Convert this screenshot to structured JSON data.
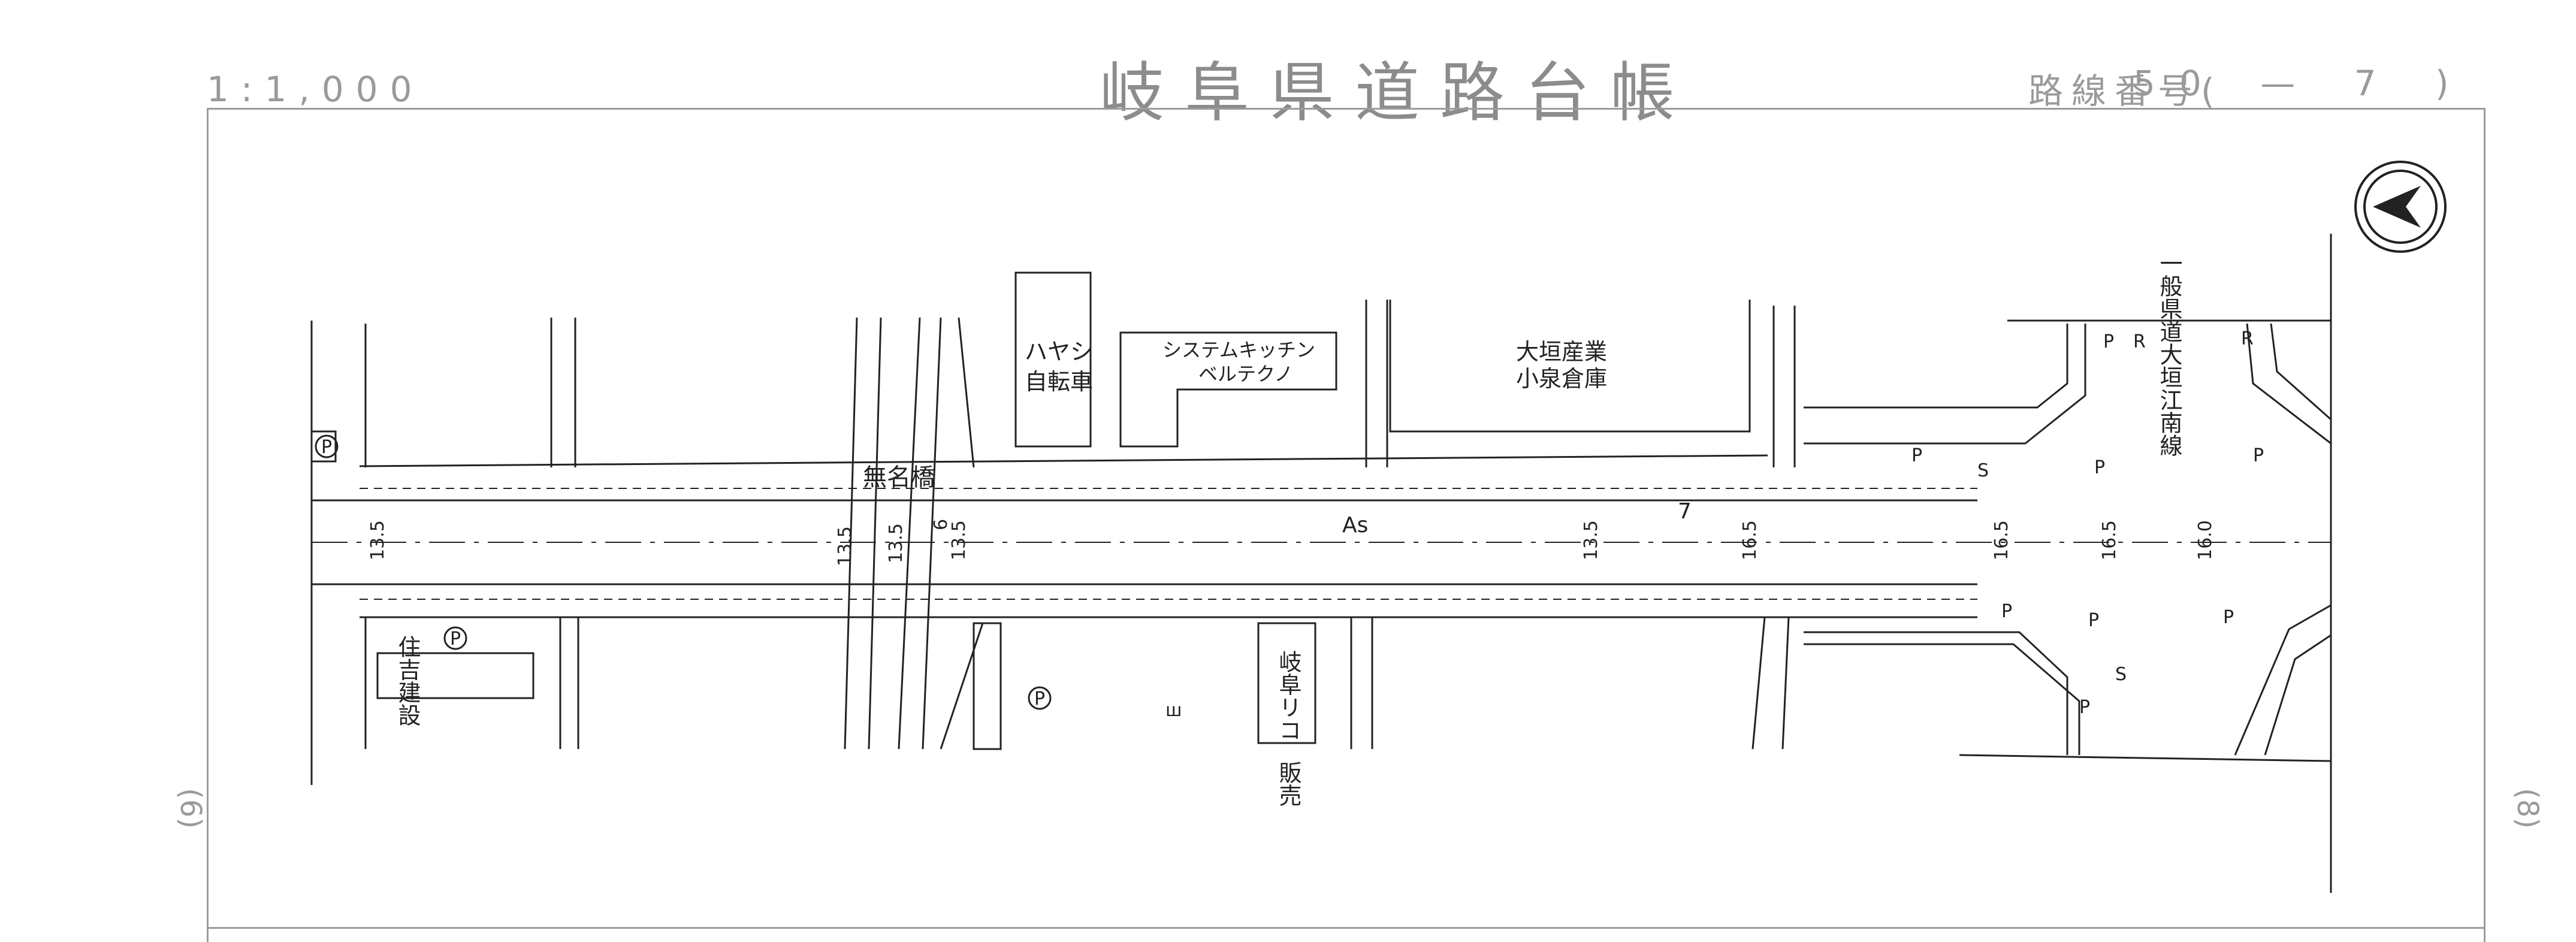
{
  "header": {
    "scale": "1:1,000",
    "title": "岐阜県道路台帳",
    "route_label": "路線番号(",
    "route_number": "50 — 7 )"
  },
  "page_numbers": {
    "left": "(6)",
    "right": "(8)"
  },
  "labels": {
    "hayashi_1": "ハヤシ",
    "hayashi_2": "自転車",
    "system_kitchen_1": "システムキッチン",
    "system_kitchen_2": "ベルテクノ",
    "ogaki_sangyo_1": "大垣産業",
    "ogaki_sangyo_2": "小泉倉庫",
    "prefectural_road": "一般県道大垣江南線",
    "bridge": "無名橋",
    "pavement": "As",
    "route_sub": "7",
    "sumiyoshi": "住吉建設",
    "gifu_ricoh_1": "岐阜リコ",
    "gifu_ricoh_2": "販売"
  },
  "widths": [
    "13.5",
    "13.5",
    "13.5",
    "6",
    "13.5",
    "13.5",
    "16.5",
    "16.5",
    "16.5",
    "16.0"
  ],
  "symbols": {
    "parking": "P",
    "signal": "S",
    "road": "R",
    "field": "ш"
  }
}
